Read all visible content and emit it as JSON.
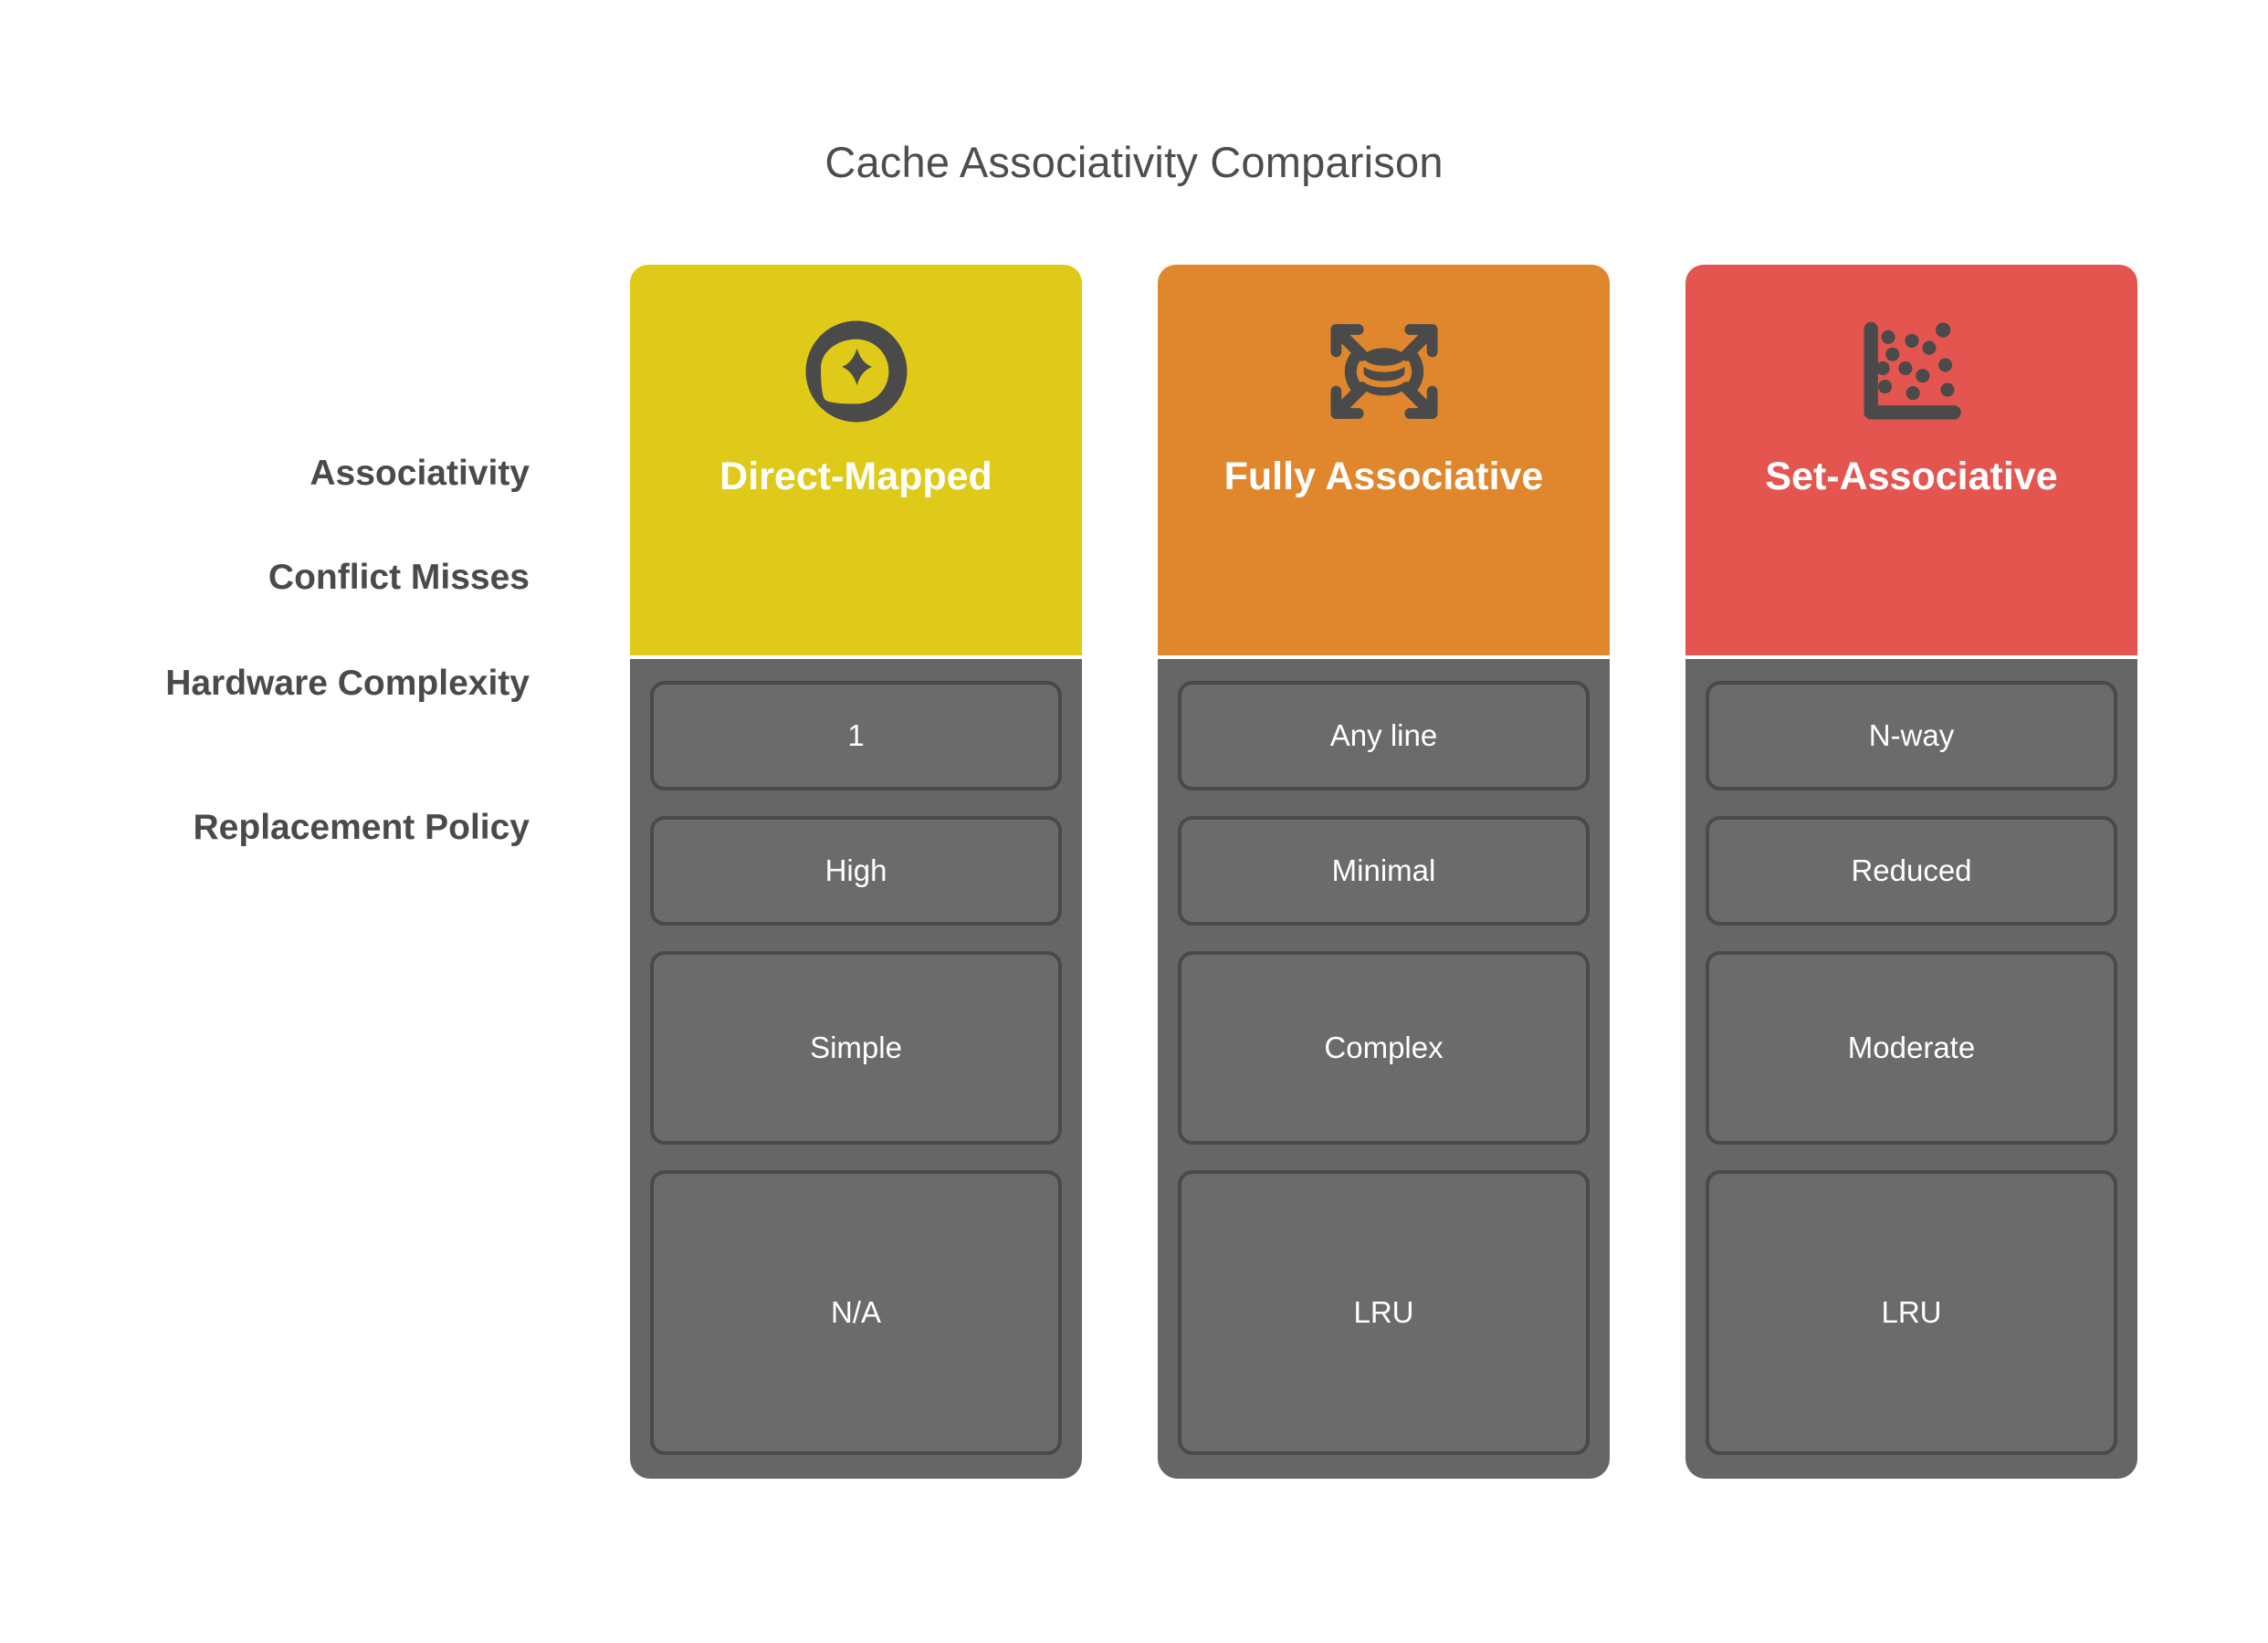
{
  "title": "Cache Associativity Comparison",
  "colors": {
    "title_text": "#4d4d4d",
    "row_label_text": "#4a4a4a",
    "column_body": "#666666",
    "cell_fill": "#6b6b6b",
    "cell_border": "#4a4a4a",
    "cell_text": "#ffffff",
    "header_text": "#ffffff",
    "icon": "#4a4a4a",
    "background": "#ffffff"
  },
  "row_labels": [
    "Associativity",
    "Conflict Misses",
    "Hardware Complexity",
    "Replacement Policy"
  ],
  "columns": [
    {
      "title": "Direct-Mapped",
      "accent": "#dfca1a",
      "icon": "sparkle-ring-icon",
      "values": [
        "1",
        "High",
        "Simple",
        "N/A"
      ]
    },
    {
      "title": "Fully Associative",
      "accent": "#e0862c",
      "icon": "database-expand-icon",
      "values": [
        "Any line",
        "Minimal",
        "Complex",
        "LRU"
      ]
    },
    {
      "title": "Set-Associative",
      "accent": "#e55550",
      "icon": "scatter-plot-icon",
      "values": [
        "N-way",
        "Reduced",
        "Moderate",
        "LRU"
      ]
    }
  ]
}
